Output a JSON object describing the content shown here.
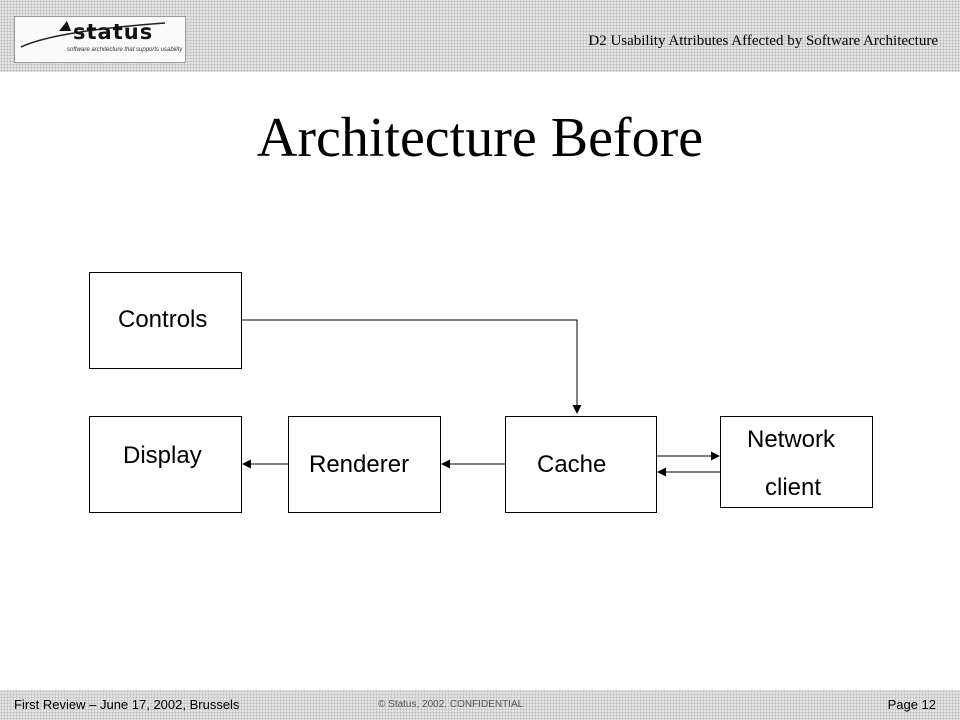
{
  "header": {
    "logo_text": "status",
    "logo_tagline": "software architecture that supports usability",
    "title": "D2 Usability Attributes Affected by Software Architecture"
  },
  "slide": {
    "title": "Architecture Before"
  },
  "diagram": {
    "nodes": {
      "controls": {
        "label": "Controls"
      },
      "display": {
        "label": "Display"
      },
      "renderer": {
        "label": "Renderer"
      },
      "cache": {
        "label": "Cache"
      },
      "network": {
        "label_line1": "Network",
        "label_line2": "client"
      }
    },
    "edges": [
      {
        "from": "controls",
        "to": "cache"
      },
      {
        "from": "cache",
        "to": "renderer"
      },
      {
        "from": "renderer",
        "to": "display"
      },
      {
        "from": "cache",
        "to": "network"
      },
      {
        "from": "network",
        "to": "cache"
      }
    ]
  },
  "footer": {
    "left": "First Review – June 17, 2002, Brussels",
    "center": "© Status, 2002. CONFIDENTIAL",
    "page_label": "Page 12"
  }
}
